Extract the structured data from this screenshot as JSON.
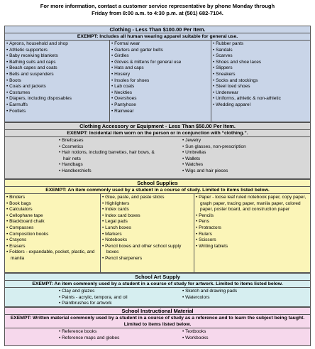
{
  "intro": {
    "line1": "For more information, contact a customer service representative by phone Monday through",
    "line2": "Friday from 8:00 a.m. to 4:30 p.m. at (501) 682-7104."
  },
  "sections": {
    "clothing": {
      "title": "Clothing - Less Than $100.00 Per Item.",
      "exempt": "EXEMPT: Includes all human wearing apparel suitable for general use.",
      "col1": [
        "Aprons, household and shop",
        "Athletic supporters",
        "Baby receiving blankets",
        "Bathing suits and caps",
        "Beach capes and coats",
        "Belts and suspenders",
        "Boots",
        "Coats and jackets",
        "Costumes",
        "Diapers, including disposables",
        "Earmuffs",
        "Footlets"
      ],
      "col2": [
        "Formal wear",
        "Garters and garter belts",
        "Girdles",
        "Gloves & mittens for general use",
        "Hats and caps",
        "Hosiery",
        "Insoles for shoes",
        "Lab coats",
        "Neckties",
        "Overshoes",
        "Pantyhose",
        "Rainwear"
      ],
      "col3": [
        "Rubber pants",
        "Sandals",
        "Scarves",
        "Shoes and shoe laces",
        "Slippers",
        "Sneakers",
        "Socks and stockings",
        "Steel toed shoes",
        "Underwear",
        "Uniforms, athletic & non-athletic",
        "Wedding apparel"
      ]
    },
    "accessory": {
      "title": "Clothing Accessory or Equipment - Less Than $50.00 Per Item.",
      "exempt": "EXEMPT: Incidental item worn on the person or in conjunction with “clothing.”.",
      "col1": [
        "Briefcases",
        "Cosmetics",
        "Hair notions, including barrettes, hair bows, & hair nets",
        "Handbags",
        "Handkerchiefs"
      ],
      "col2": [
        "Jewelry",
        "Sun glasses, non-prescription",
        "Umbrellas",
        "Wallets",
        "Watches",
        "Wigs and hair pieces"
      ]
    },
    "school": {
      "title": "School Supplies",
      "exempt": "EXEMPT: An item commonly used by a student in a course of study.  Limited to items listed below.",
      "col1": [
        "Binders",
        "Book bags",
        "Calculators",
        "Cellophane tape",
        "Blackboard chalk",
        "Compasses",
        "Composition books",
        "Crayons",
        "Erasers",
        "Folders - expandable, pocket, plastic, and manila"
      ],
      "col2": [
        "Glue, paste, and paste sticks",
        "Highlighters",
        "Index cards",
        "Index card boxes",
        "Legal pads",
        "Lunch boxes",
        "Markers",
        "Notebooks",
        "Pencil boxes and other school supply boxes",
        "Pencil sharpeners"
      ],
      "col3": [
        "Paper - loose leaf ruled notebook paper, copy paper, graph paper, tracing paper, manila paper, colored paper, poster board, and construction paper",
        "Pencils",
        "Pens",
        "Protractors",
        "Rulers",
        "Scissors",
        "Writing tablets"
      ]
    },
    "art": {
      "title": "School Art Supply",
      "exempt": "EXEMPT: An item commonly used by a student in a course of study for artwork.  Limited to items listed below.",
      "col1": [
        "Clay and glazes",
        "Paints - acrylic, tempora, and oil",
        "Paintbrushes for artwork"
      ],
      "col2": [
        "Sketch and drawing pads",
        "Watercolors"
      ]
    },
    "instructional": {
      "title": "School Instructional Material",
      "exempt": "EXEMPT: Written material commonly used by a student in a course of study as a reference and to learn the subject being taught.  Limited to items listed below.",
      "col1": [
        "Reference books",
        "Reference maps and globes"
      ],
      "col2": [
        "Textbooks",
        "Workbooks"
      ]
    }
  }
}
